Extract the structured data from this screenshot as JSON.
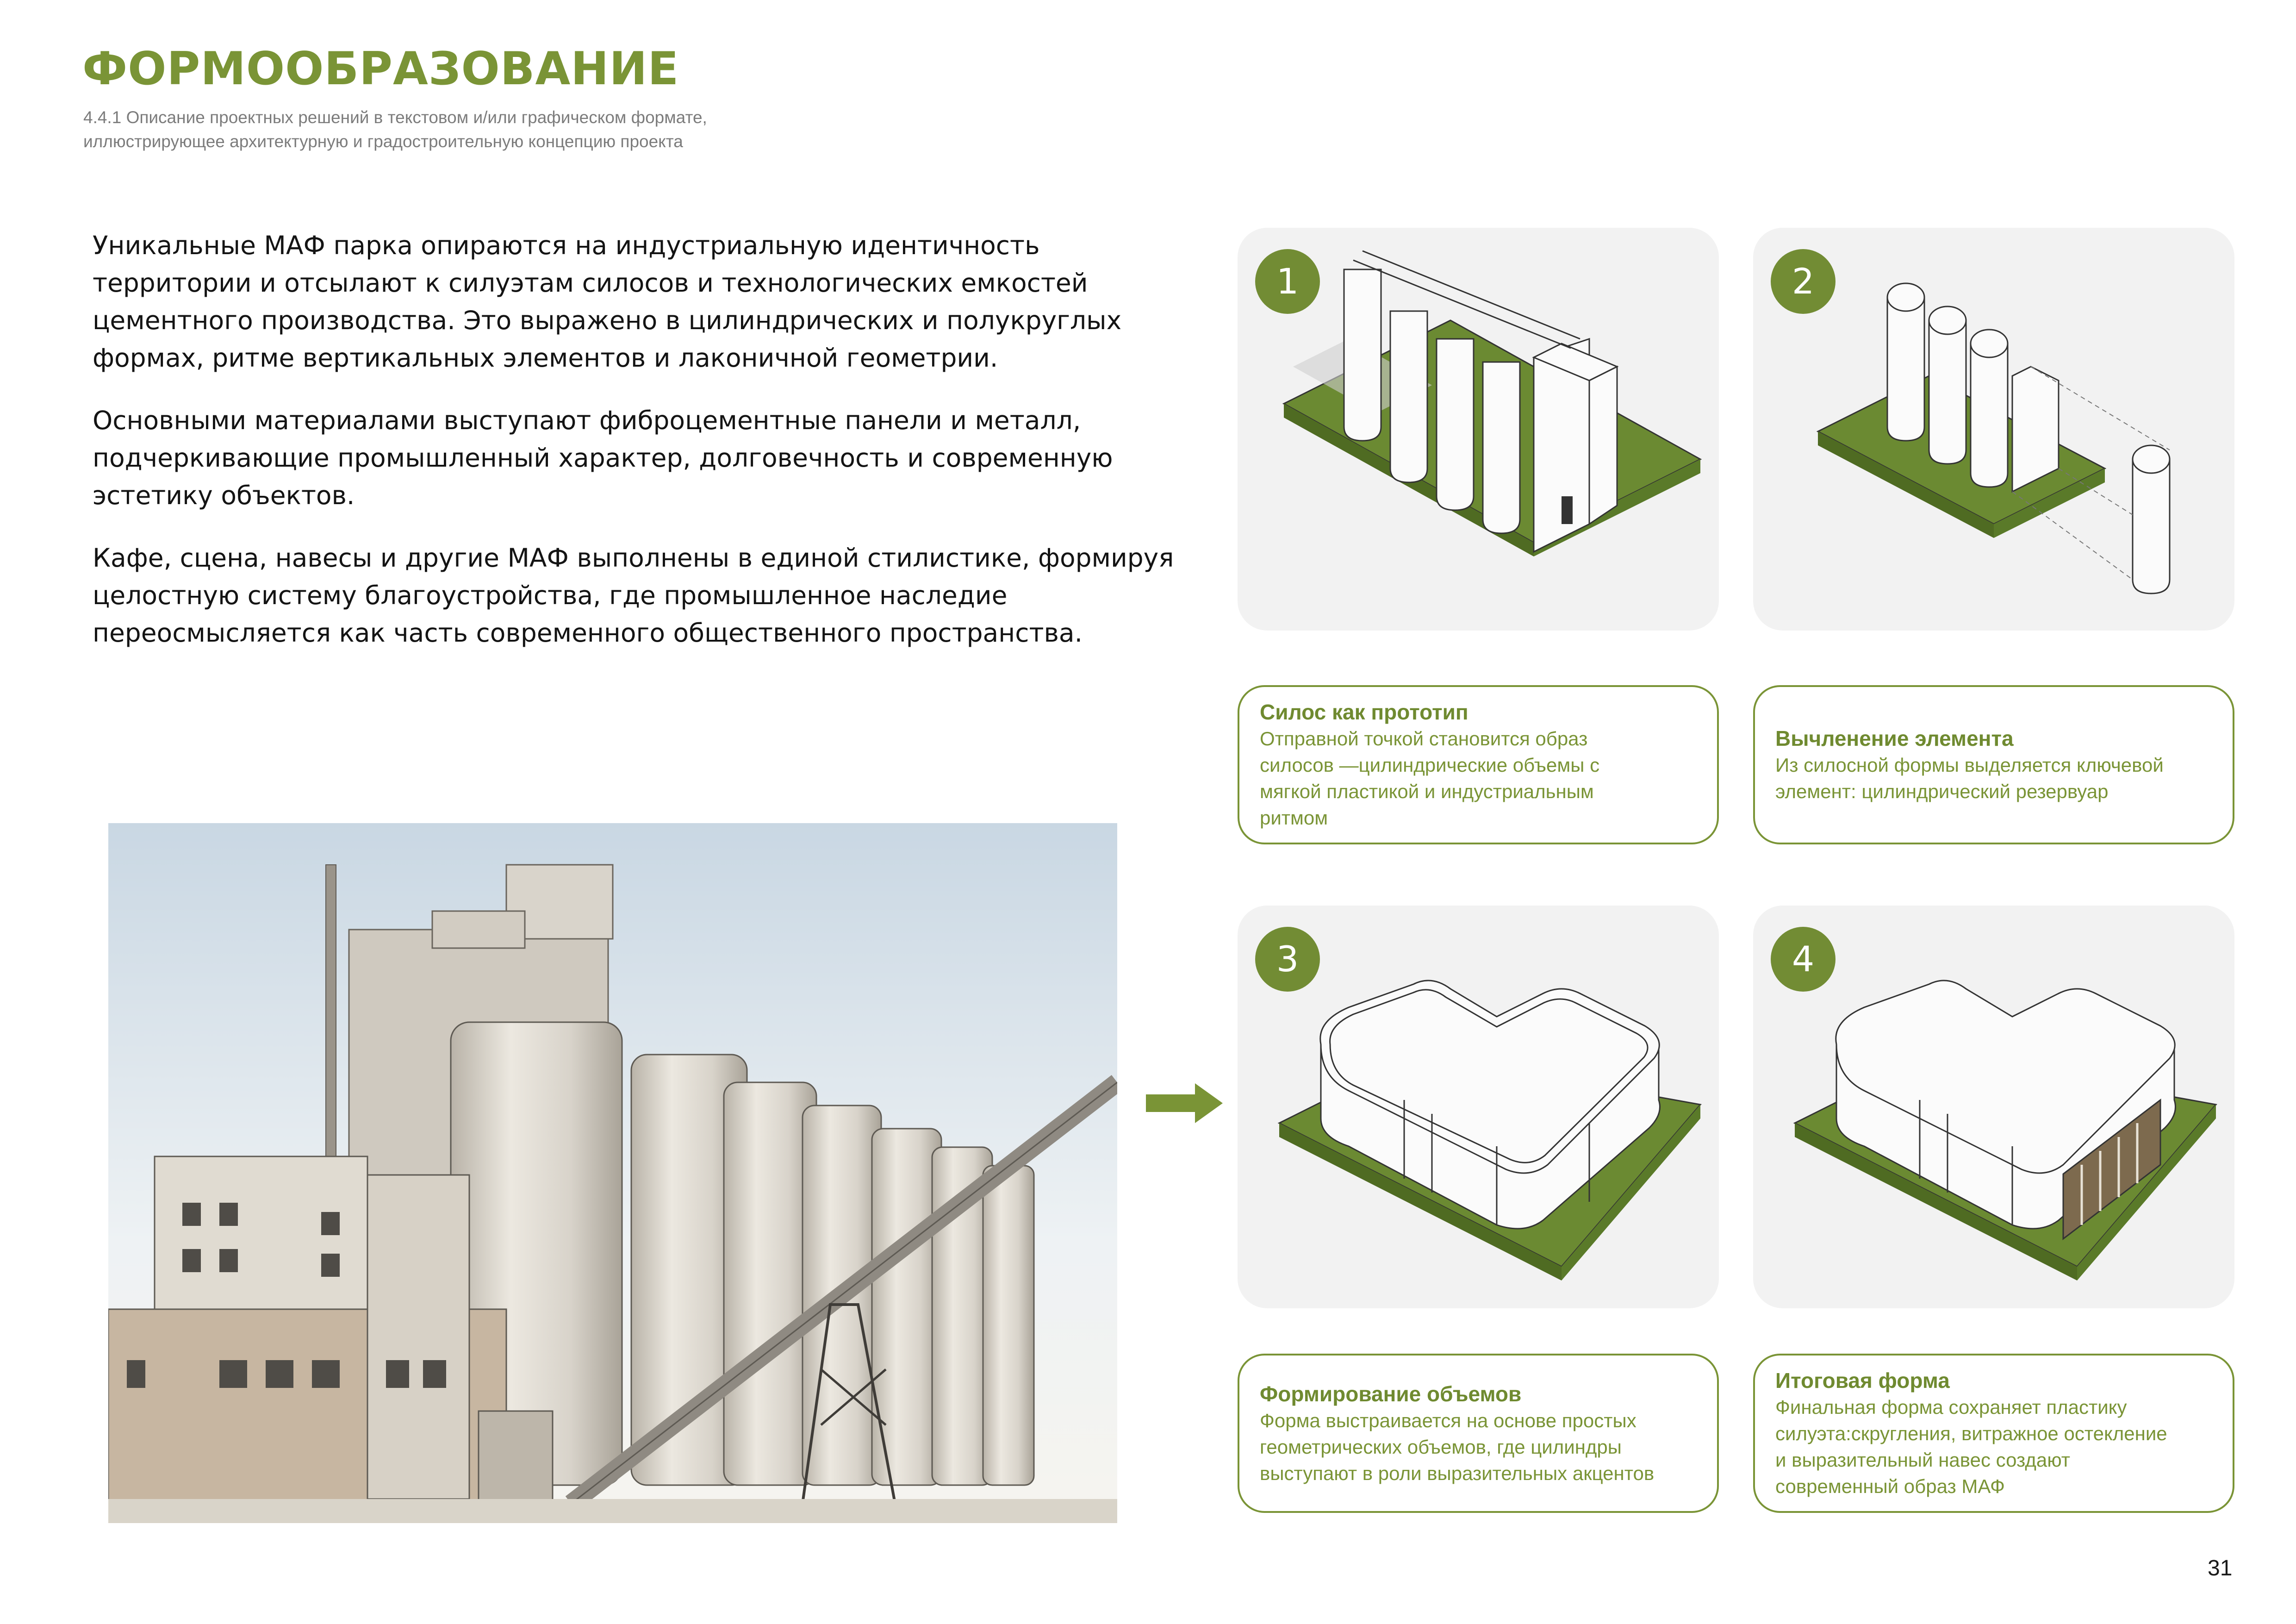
{
  "header": {
    "title": "ФОРМООБРАЗОВАНИЕ",
    "subtitle_lines": [
      "4.4.1 Описание проектных решений в текстовом и/или графическом формате,",
      "иллюстрирующее архитектурную и градостроительную концепцию проекта"
    ]
  },
  "intro": {
    "paragraphs": [
      [
        "Уникальные МАФ парка опираются на индустриальную идентичность",
        "территории и отсылают к силуэтам силосов и технологических емкостей",
        "цементного производства. Это выражено в цилиндрических и полукруглых",
        "формах, ритме вертикальных элементов и лаконичной геометрии."
      ],
      [
        "Основными материалами выступают фиброцементные панели и металл,",
        "подчеркивающие промышленный характер, долговечность и современную",
        "эстетику объектов."
      ],
      [
        "Кафе, сцена, навесы и другие МАФ выполнены в единой стилистике, формируя",
        "целостную систему благоустройства, где промышленное наследие",
        "переосмысляется как часть современного общественного пространства."
      ]
    ]
  },
  "steps": [
    {
      "number": "1",
      "title": "Силос как прототип",
      "lines": [
        "Отправной точкой становится образ",
        "силосов —цилиндрические объемы с",
        "мягкой пластикой и индустриальным",
        "ритмом"
      ]
    },
    {
      "number": "2",
      "title": "Вычленение элемента",
      "lines": [
        "Из силосной формы выделяется ключевой",
        "элемент: цилиндрический резервуар"
      ]
    },
    {
      "number": "3",
      "title": "Формирование объемов",
      "lines": [
        "Форма выстраивается на основе простых",
        "геометрических объемов, где цилиндры",
        "выступают в роли выразительных акцентов"
      ]
    },
    {
      "number": "4",
      "title": "Итоговая форма",
      "lines": [
        "Финальная форма сохраняет пластику",
        "силуэта:скругления, витражное остекление",
        "и выразительный навес создают",
        "современный образ МАФ"
      ]
    }
  ],
  "icons": {
    "arrow": "arrow-right-icon"
  },
  "colors": {
    "accent": "#7a9436",
    "badge": "#728c34",
    "ground": "#6b8a32",
    "card_bg": "#f2f2f2"
  },
  "page_number": "31"
}
